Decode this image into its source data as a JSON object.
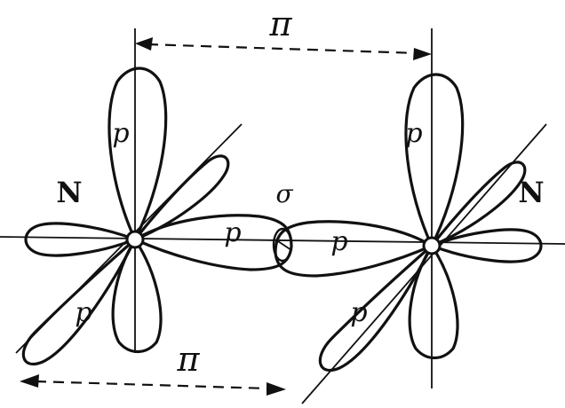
{
  "labels": {
    "pi_top": "π",
    "pi_bottom": "π",
    "sigma": "σ",
    "atom_left": "N",
    "atom_right": "N",
    "p_left_vertical": "p",
    "p_left_diagonal": "p",
    "p_sigma_left": "p",
    "p_sigma_right": "p",
    "p_right_vertical": "p",
    "p_right_diagonal": "p"
  },
  "colors": {
    "ink": "#111111",
    "background": "#ffffff"
  }
}
